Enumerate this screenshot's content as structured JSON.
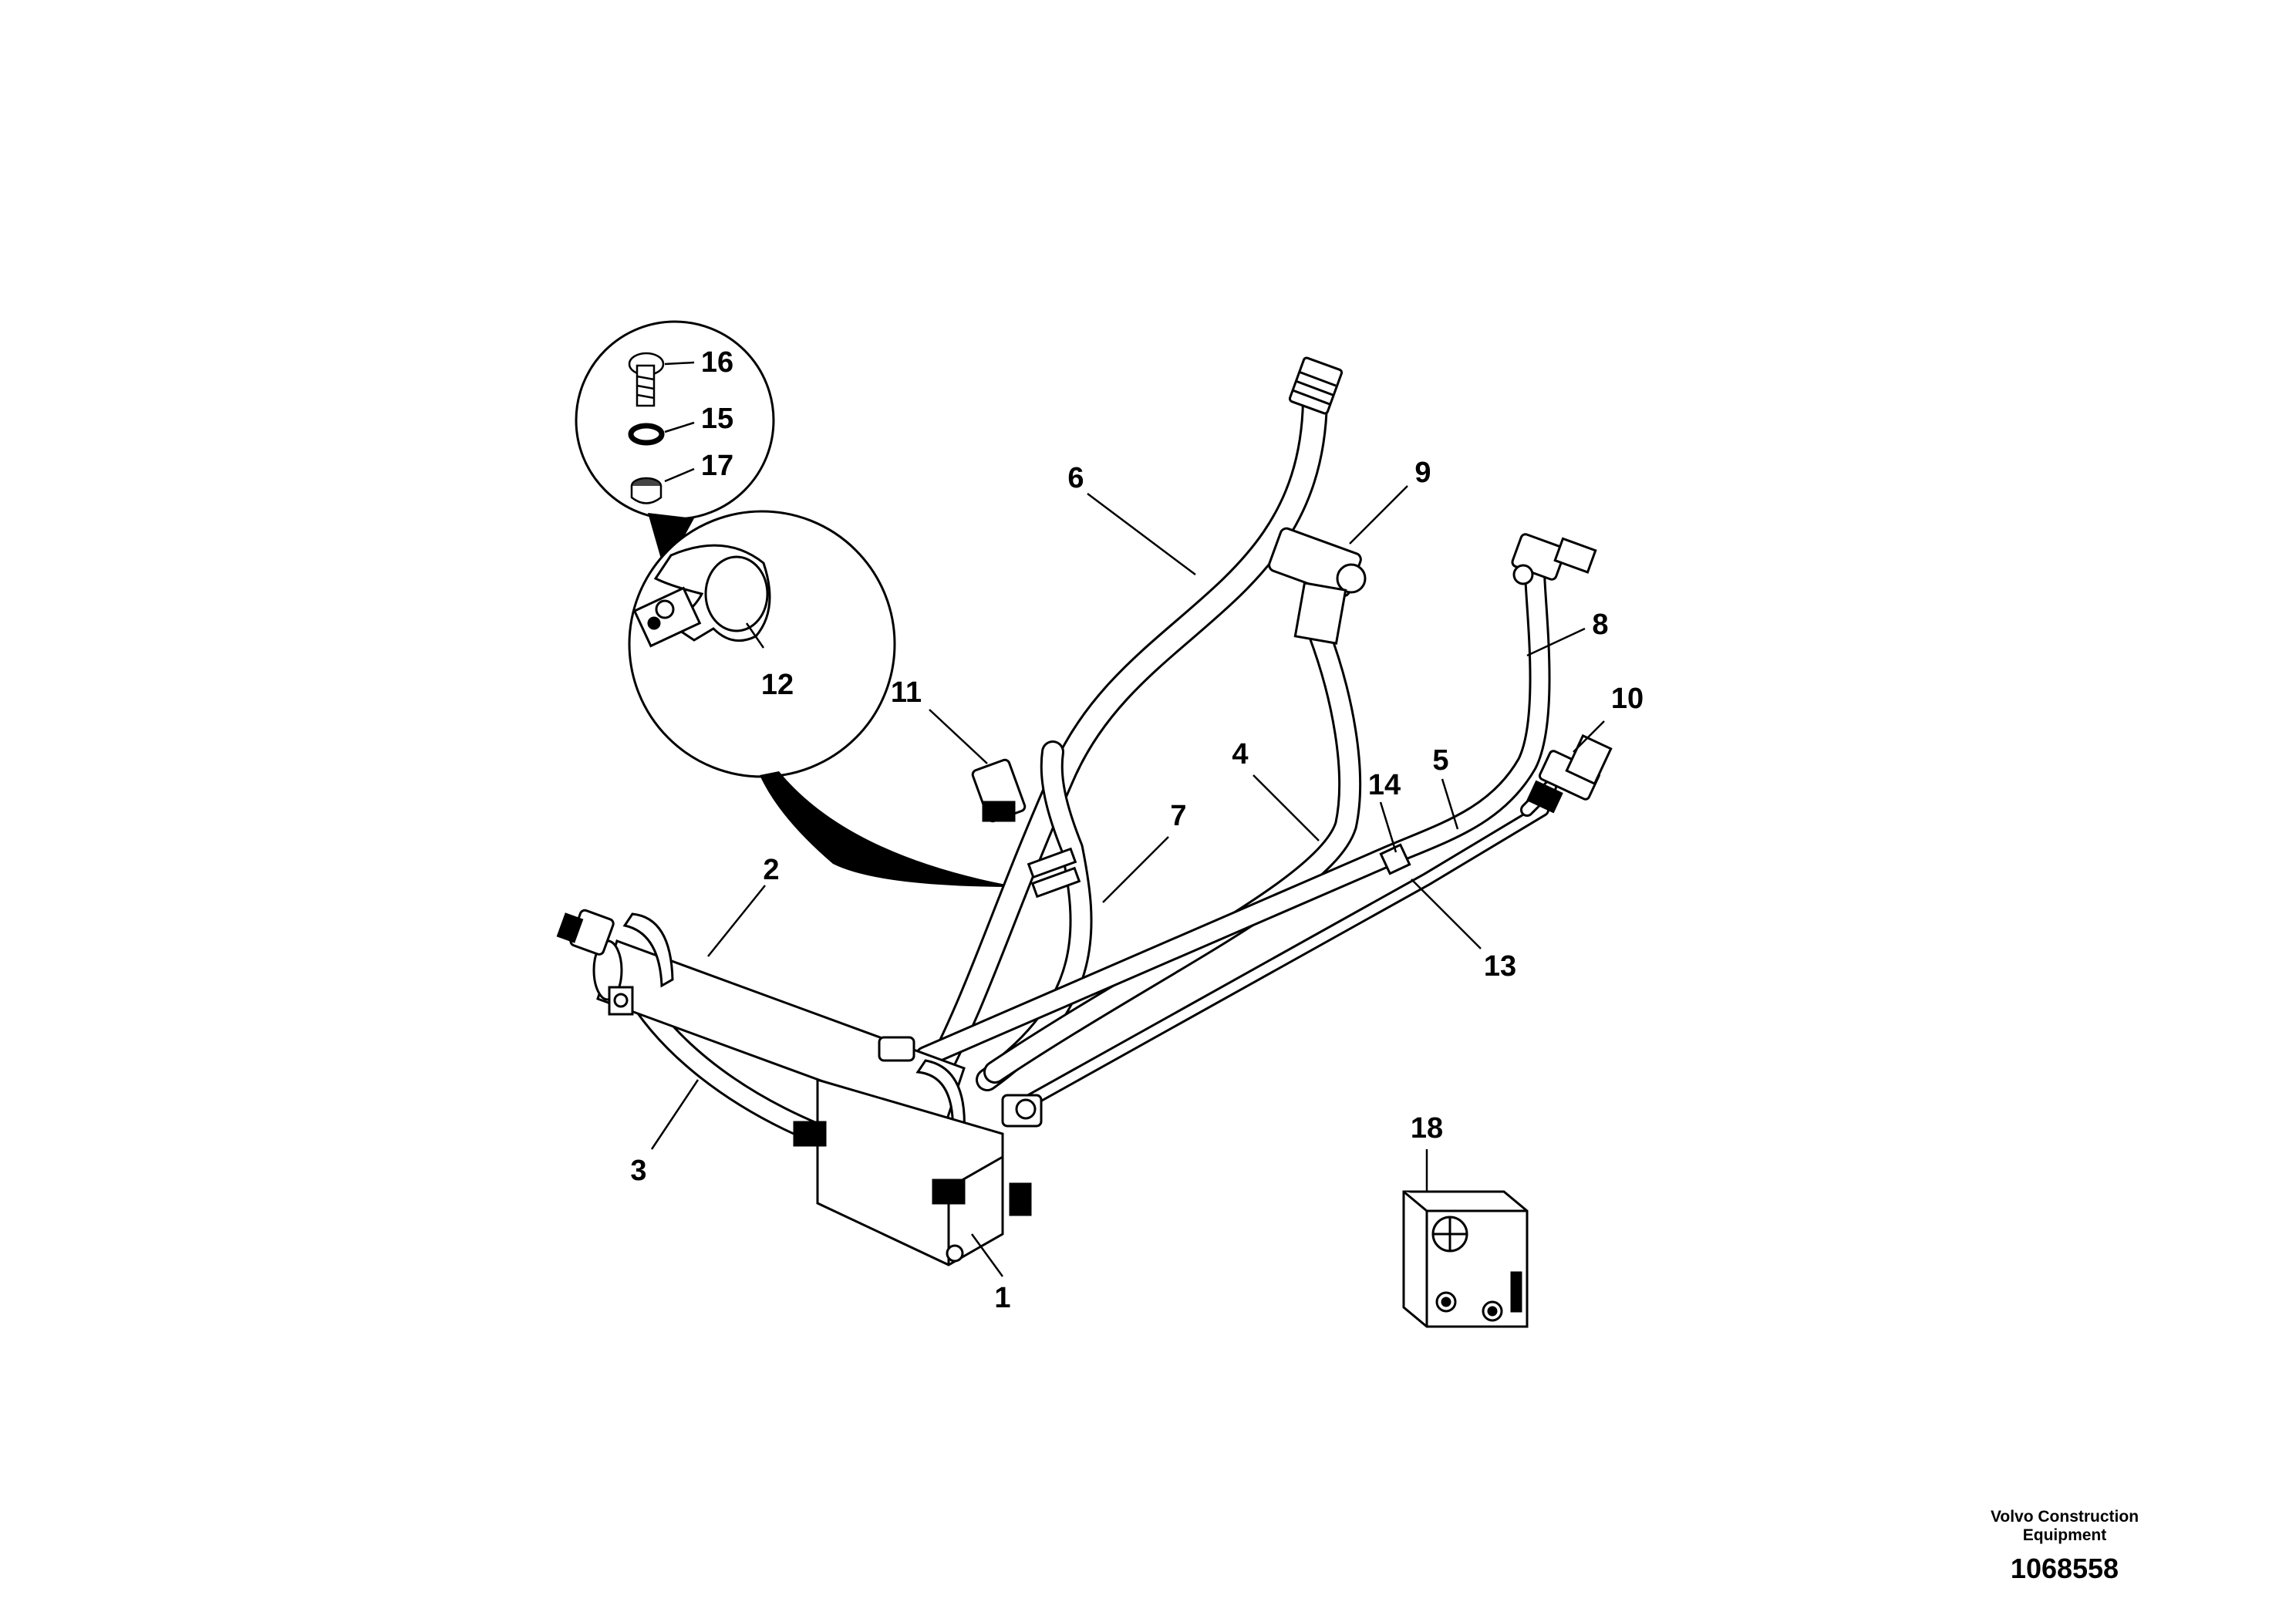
{
  "callouts": {
    "c1": "1",
    "c2": "2",
    "c3": "3",
    "c4": "4",
    "c5": "5",
    "c6": "6",
    "c7": "7",
    "c8": "8",
    "c9": "9",
    "c10": "10",
    "c11": "11",
    "c12": "12",
    "c13": "13",
    "c14": "14",
    "c15": "15",
    "c16": "16",
    "c17": "17",
    "c18": "18"
  },
  "footer": {
    "company_line1": "Volvo Construction",
    "company_line2": "Equipment",
    "part_number": "1068558"
  }
}
